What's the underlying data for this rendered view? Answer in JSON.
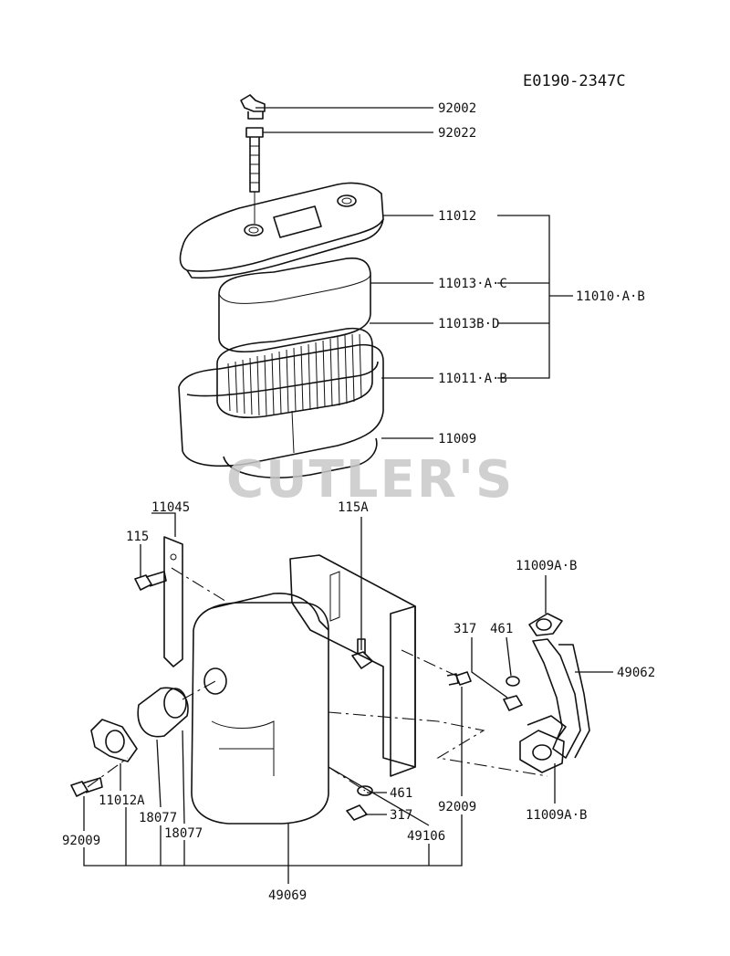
{
  "diagram_id": "E0190-2347C",
  "watermark": "CUTLER'S",
  "labels": {
    "p92002": "92002",
    "p92022": "92022",
    "p11012": "11012",
    "p11013ac": "11013·A·C",
    "p11010ab": "11010·A·B",
    "p11013bd": "11013B·D",
    "p11011ab": "11011·A·B",
    "p11009": "11009",
    "p11045": "11045",
    "p115A": "115A",
    "p115": "115",
    "p11009ab_top": "11009A·B",
    "p317_top": "317",
    "p461_top": "461",
    "p49062": "49062",
    "p461_bot": "461",
    "p317_bot": "317",
    "p92009_right": "92009",
    "p49106": "49106",
    "p11009ab_bot": "11009A·B",
    "p11012A": "11012A",
    "p18077a": "18077",
    "p18077b": "18077",
    "p92009_left": "92009",
    "p49069": "49069"
  }
}
